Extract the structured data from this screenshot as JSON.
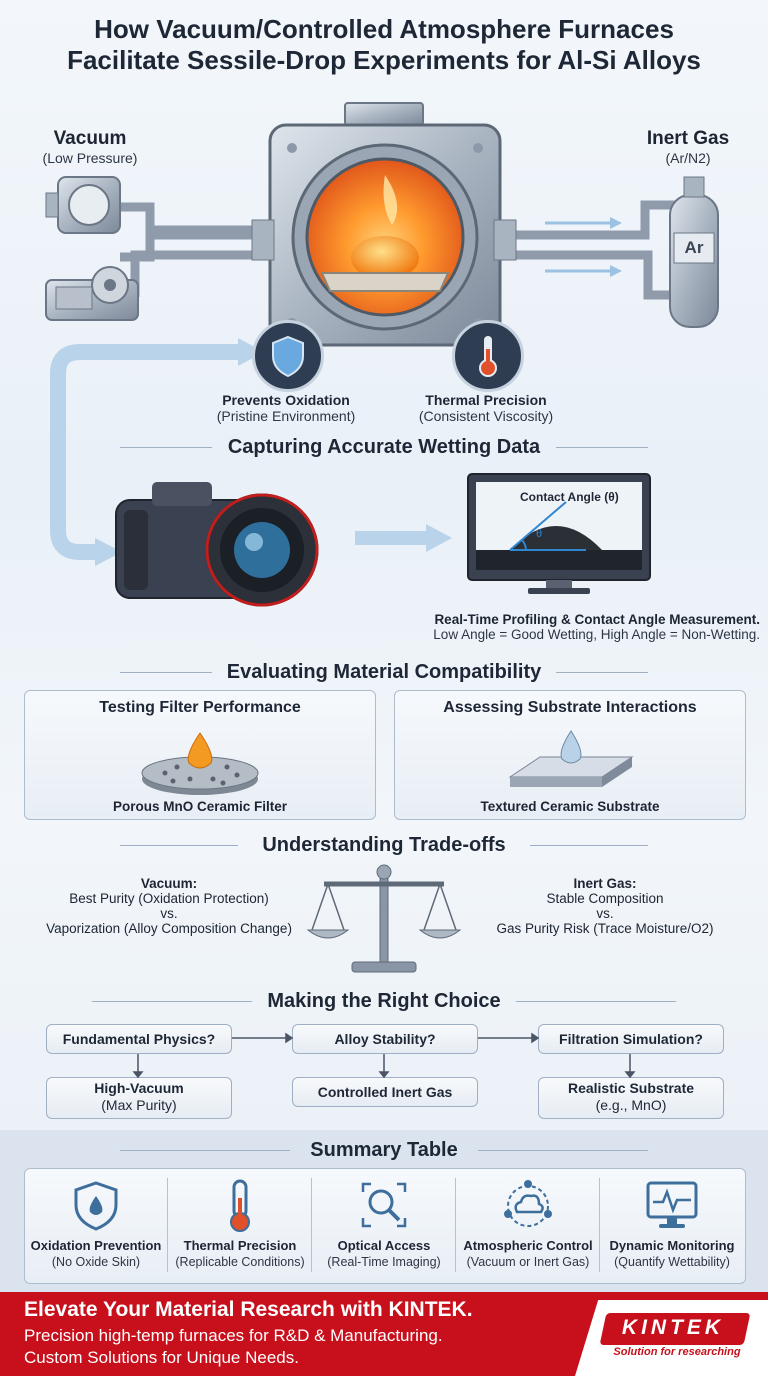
{
  "title_line1": "How Vacuum/Controlled Atmosphere Furnaces",
  "title_line2": "Facilitate Sessile-Drop Experiments for Al-Si Alloys",
  "vacuum": {
    "label": "Vacuum",
    "sub": "(Low Pressure)"
  },
  "inert": {
    "label": "Inert Gas",
    "sub": "(Ar/N2)",
    "cylinder_text": "Ar"
  },
  "benefits": [
    {
      "title": "Prevents Oxidation",
      "sub": "(Pristine Environment)",
      "icon": "shield-icon"
    },
    {
      "title": "Thermal Precision",
      "sub": "(Consistent Viscosity)",
      "icon": "thermometer-icon"
    }
  ],
  "capture": {
    "heading": "Capturing Accurate Wetting Data",
    "monitor_label": "Contact Angle (θ)",
    "theta": "θ",
    "caption1": "Real-Time Profiling & Contact Angle Measurement.",
    "caption2": "Low Angle = Good Wetting, High Angle = Non-Wetting."
  },
  "compat": {
    "heading": "Evaluating Material Compatibility",
    "left_title": "Testing Filter Performance",
    "left_caption": "Porous MnO Ceramic Filter",
    "right_title": "Assessing Substrate Interactions",
    "right_caption": "Textured Ceramic Substrate"
  },
  "tradeoffs": {
    "heading": "Understanding Trade-offs",
    "vacuum_title": "Vacuum:",
    "vacuum_l1": "Best Purity (Oxidation Protection)",
    "vacuum_vs": "vs.",
    "vacuum_l2": "Vaporization (Alloy Composition Change)",
    "inert_title": "Inert Gas:",
    "inert_l1": "Stable Composition",
    "inert_vs": "vs.",
    "inert_l2": "Gas Purity Risk (Trace Moisture/O2)"
  },
  "choice": {
    "heading": "Making the Right Choice",
    "q1": "Fundamental Physics?",
    "q2": "Alloy Stability?",
    "q3": "Filtration Simulation?",
    "a1_l1": "High-Vacuum",
    "a1_l2": "(Max Purity)",
    "a2": "Controlled Inert Gas",
    "a3_l1": "Realistic Substrate",
    "a3_l2": "(e.g., MnO)"
  },
  "summary": {
    "heading": "Summary Table",
    "items": [
      {
        "title": "Oxidation Prevention",
        "sub": "(No Oxide Skin)",
        "icon": "shield-drop-icon"
      },
      {
        "title": "Thermal Precision",
        "sub": "(Replicable Conditions)",
        "icon": "thermometer-icon"
      },
      {
        "title": "Optical Access",
        "sub": "(Real-Time Imaging)",
        "icon": "magnifier-icon"
      },
      {
        "title": "Atmospheric Control",
        "sub": "(Vacuum or Inert Gas)",
        "icon": "cloud-network-icon"
      },
      {
        "title": "Dynamic Monitoring",
        "sub": "(Quantify Wettability)",
        "icon": "monitor-pulse-icon"
      }
    ]
  },
  "footer": {
    "line1": "Elevate Your Material Research with KINTEK.",
    "line2": "Precision high-temp furnaces for R&D & Manufacturing.",
    "line3": "Custom Solutions for Unique Needs.",
    "logo": "KINTEK",
    "tagline": "Solution for researching",
    "brand_color": "#c8101c"
  }
}
